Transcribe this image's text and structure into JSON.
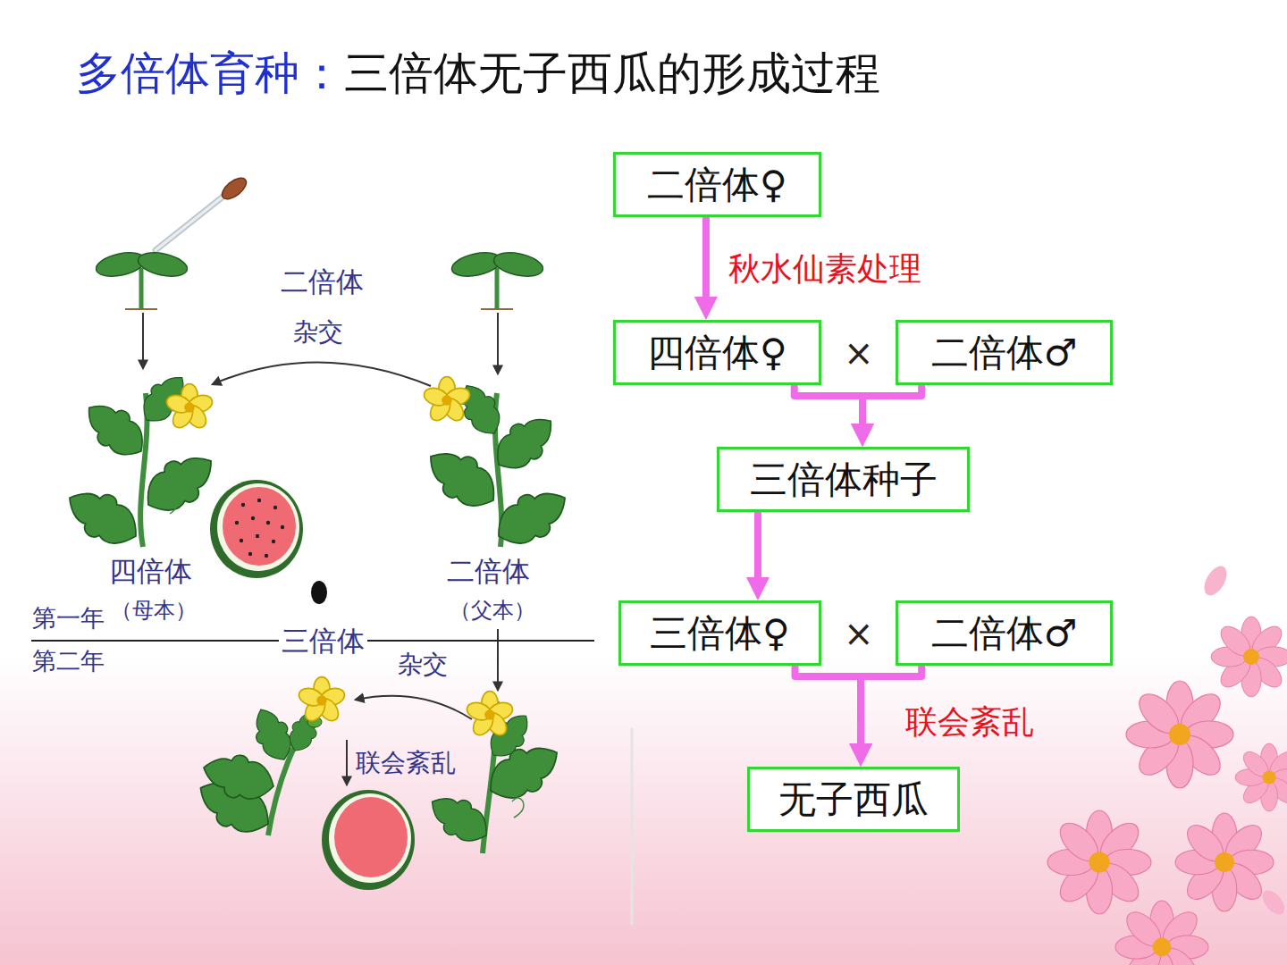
{
  "diagram": {
    "title": "多倍体育种：三倍体无子西瓜的形成过程",
    "nodes": [
      {
        "text": [
          "二倍体♀"
        ]
      },
      {
        "text": [
          "四倍体♀"
        ]
      },
      {
        "text": [
          "二倍体♂"
        ]
      },
      {
        "text": [
          "三倍体种子"
        ]
      },
      {
        "text": [
          "三倍体♀"
        ]
      },
      {
        "text": [
          "二倍体♂"
        ]
      },
      {
        "text": [
          "无子西瓜"
        ]
      }
    ],
    "edges": [
      {
        "from": 0,
        "to": 1,
        "arrow": "to",
        "label": "秋水仙素处理"
      },
      {
        "from": 1,
        "to": 3,
        "arrow": "to"
      },
      {
        "from": 2,
        "to": 3,
        "arrow": "to"
      },
      {
        "from": 3,
        "to": 4,
        "arrow": "to"
      },
      {
        "from": 4,
        "to": 6,
        "arrow": "to",
        "label": "联会紊乱"
      },
      {
        "from": 5,
        "to": 6,
        "arrow": "to"
      }
    ],
    "labels": [
      "×",
      "×",
      "二倍体",
      "杂交",
      "四倍体",
      "（母本）",
      "二倍体",
      "（父本）",
      "第一年",
      "第二年",
      "三倍体",
      "杂交",
      "联会紊乱"
    ]
  }
}
